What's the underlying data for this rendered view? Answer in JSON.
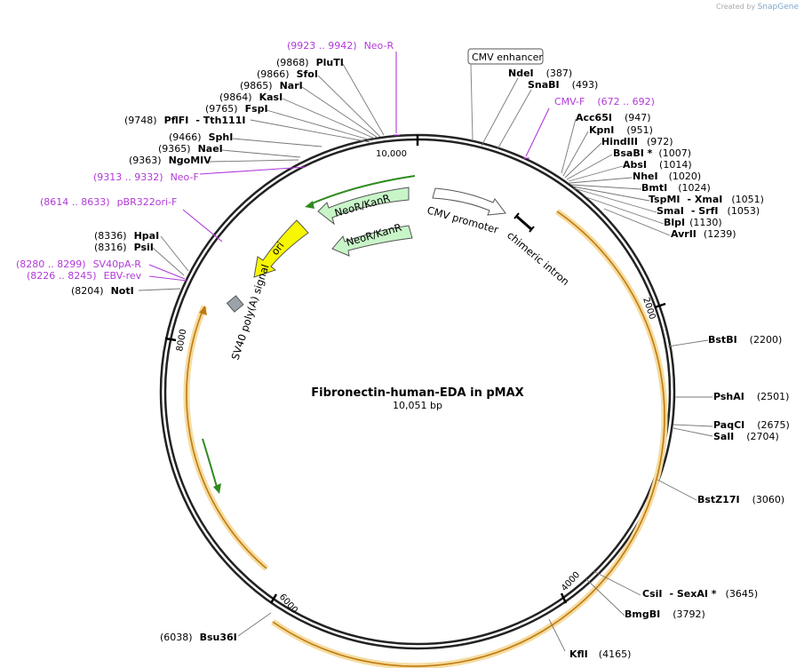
{
  "branding": {
    "created_by": "Created by",
    "app": "SnapGene"
  },
  "title": "Fibronectin-human-EDA in pMAX",
  "length_label": "10,051 bp",
  "total_bp": 10051,
  "ticks": [
    "2000",
    "4000",
    "6000",
    "8000",
    "10,000"
  ],
  "enzymes_right": [
    {
      "name": "NdeI",
      "pos": "(387)"
    },
    {
      "name": "SnaBI",
      "pos": "(493)"
    },
    {
      "name": "Acc65I",
      "pos": "(947)"
    },
    {
      "name": "KpnI",
      "pos": "(951)"
    },
    {
      "name": "HindIII",
      "pos": "(972)"
    },
    {
      "name": "BsaBI *",
      "pos": "(1007)"
    },
    {
      "name": "AbsI",
      "pos": "(1014)"
    },
    {
      "name": "NheI",
      "pos": "(1020)"
    },
    {
      "name": "BmtI",
      "pos": "(1024)"
    },
    {
      "name": "TspMI",
      "pos": "- XmaI",
      "extra": "(1051)"
    },
    {
      "name": "SmaI",
      "pos": "- SrfI",
      "extra": "(1053)"
    },
    {
      "name": "BlpI",
      "pos": "(1130)"
    },
    {
      "name": "AvrII",
      "pos": "(1239)"
    },
    {
      "name": "BstBI",
      "pos": "(2200)"
    },
    {
      "name": "PshAI",
      "pos": "(2501)"
    },
    {
      "name": "PaqCI",
      "pos": "(2675)"
    },
    {
      "name": "SalI",
      "pos": "(2704)"
    },
    {
      "name": "BstZ17I",
      "pos": "(3060)"
    },
    {
      "name": "CsiI",
      "pos": "- SexAI *",
      "extra": "(3645)"
    },
    {
      "name": "BmgBI",
      "pos": "(3792)"
    },
    {
      "name": "KflI",
      "pos": "(4165)"
    }
  ],
  "enzymes_left": [
    {
      "name": "PluTI",
      "pos": "(9868)"
    },
    {
      "name": "SfoI",
      "pos": "(9866)"
    },
    {
      "name": "NarI",
      "pos": "(9865)"
    },
    {
      "name": "KasI",
      "pos": "(9864)"
    },
    {
      "name": "FspI",
      "pos": "(9765)"
    },
    {
      "name": "PflFI",
      "pos": "(9748)",
      "extra": "- Tth111I"
    },
    {
      "name": "SphI",
      "pos": "(9466)"
    },
    {
      "name": "NaeI",
      "pos": "(9365)"
    },
    {
      "name": "NgoMIV",
      "pos": "(9363)"
    },
    {
      "name": "HpaI",
      "pos": "(8336)"
    },
    {
      "name": "PsiI",
      "pos": "(8316)"
    },
    {
      "name": "NotI",
      "pos": "(8204)"
    },
    {
      "name": "Bsu36I",
      "pos": "(6038)"
    }
  ],
  "primers": [
    {
      "range": "(9923 .. 9942)",
      "name": "Neo-R"
    },
    {
      "range": "(672 .. 692)",
      "name": "CMV-F"
    },
    {
      "range": "(9313 .. 9332)",
      "name": "Neo-F"
    },
    {
      "range": "(8614 .. 8633)",
      "name": "pBR322ori-F"
    },
    {
      "range": "(8280 .. 8299)",
      "name": "SV40pA-R"
    },
    {
      "range": "(8226 .. 8245)",
      "name": "EBV-rev"
    }
  ],
  "features": {
    "cmv_enhancer": "CMV enhancer",
    "cmv_promoter": "CMV promoter",
    "chimeric_intron": "chimeric intron",
    "neo1": "NeoR/KanR",
    "neo2": "NeoR/KanR",
    "ori": "ori",
    "sv40": "SV40 poly(A) signal"
  },
  "colors": {
    "backbone": "#222222",
    "orf": "#e8a33c",
    "neo_fill": "#c8f5c8",
    "ori_fill": "#f7f700",
    "primer": "#b13ad8",
    "arrow_green": "#2f8a1f"
  }
}
